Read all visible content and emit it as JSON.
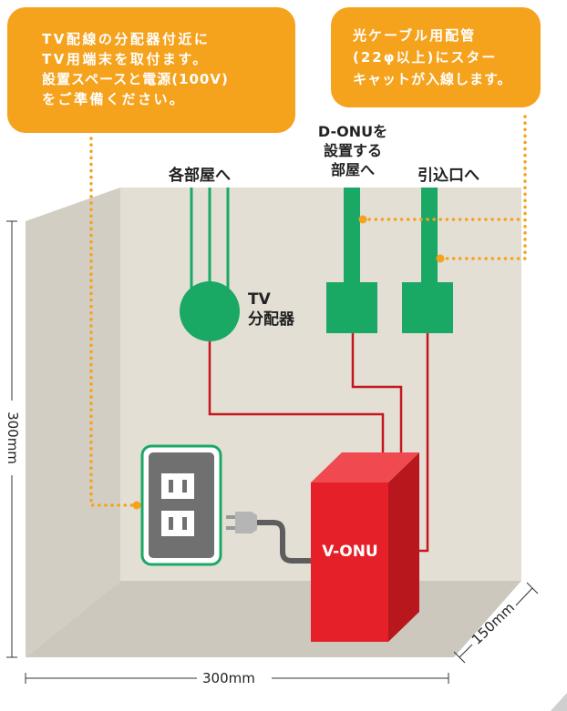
{
  "callouts": {
    "left": {
      "lines": [
        "TV配線の分配器付近に",
        "TV用端末を取付ます。",
        "設置スペースと電源(100V)",
        "をご準備ください。"
      ]
    },
    "right": {
      "lines": [
        "光ケーブル用配管",
        "(22φ以上)にスター",
        "キャットが入線します。"
      ]
    }
  },
  "labels": {
    "rooms": "各部屋へ",
    "donu_line1": "D-ONUを",
    "donu_line2": "設置する",
    "donu_line3": "部屋へ",
    "inlet": "引込口へ",
    "tv_line1": "TV",
    "tv_line2": "分配器",
    "vonu": "V-ONU"
  },
  "dimensions": {
    "height": "300mm",
    "width": "300mm",
    "depth": "150mm"
  },
  "colors": {
    "callout": "#f5a21d",
    "green": "#1aa865",
    "red": "#e52028",
    "wall": "#e4dfd5"
  }
}
